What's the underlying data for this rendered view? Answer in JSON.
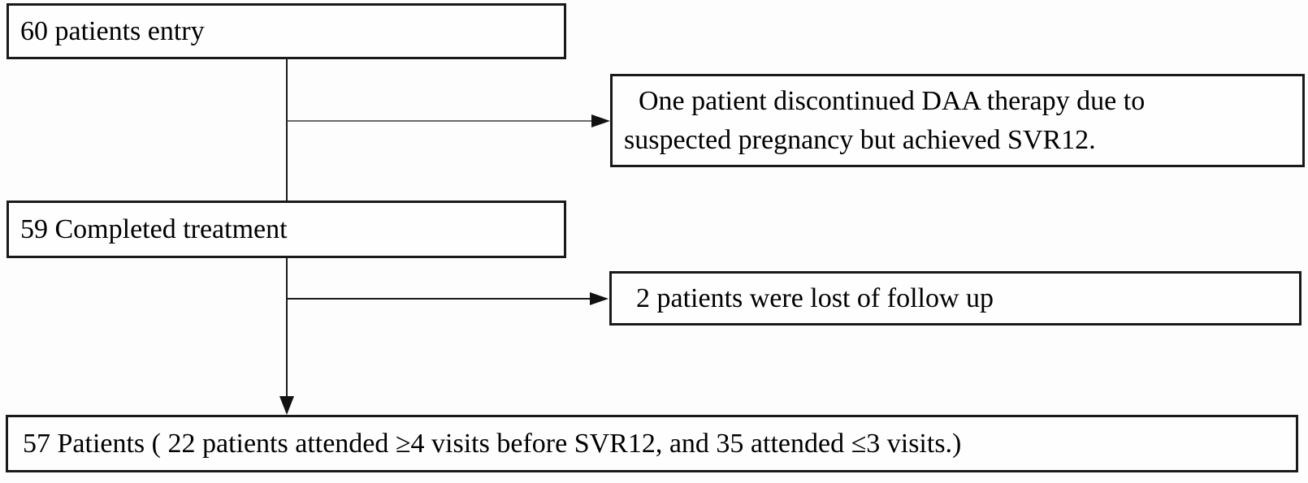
{
  "diagram": {
    "type": "flowchart",
    "background_color": "#fdfdfd",
    "line_color": "#1a1a1a",
    "text_color": "#000000",
    "nodes": {
      "entry": {
        "label": "60 patients entry"
      },
      "discontinued": {
        "lines": [
          "One patient discontinued DAA therapy due to",
          "suspected pregnancy but achieved SVR12."
        ]
      },
      "completed": {
        "label": "59 Completed treatment"
      },
      "lost": {
        "label": "2 patients were lost of follow up"
      },
      "final": {
        "label": "57 Patients ( 22 patients attended ≥4 visits before SVR12, and 35 attended ≤3 visits.)"
      }
    },
    "edges": [
      {
        "from": "entry",
        "to": "completed",
        "style": "plain-line"
      },
      {
        "from": "entry-branch",
        "to": "discontinued",
        "style": "arrow"
      },
      {
        "from": "completed",
        "to": "final",
        "style": "arrow"
      },
      {
        "from": "completed-branch",
        "to": "lost",
        "style": "arrow"
      }
    ]
  }
}
